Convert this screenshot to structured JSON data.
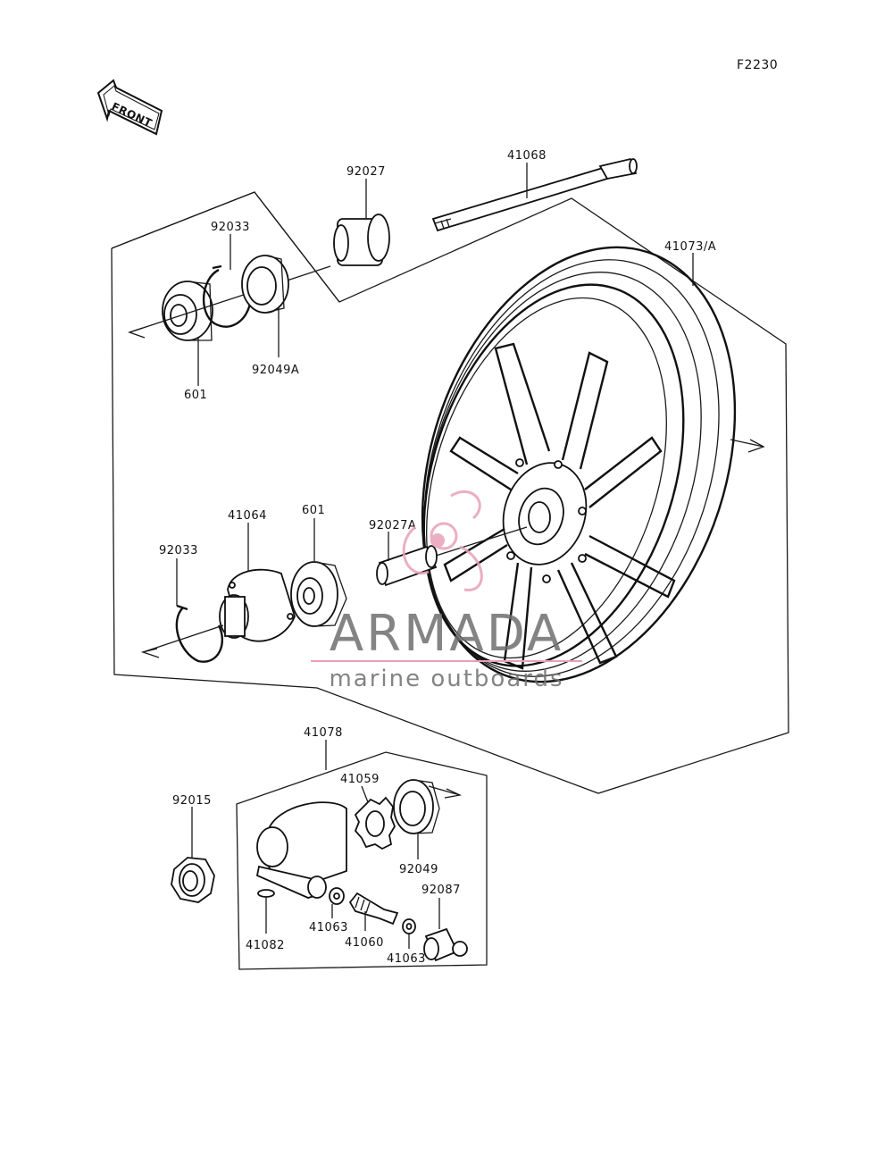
{
  "figure_code": "F2230",
  "front_label": "FRONT",
  "watermark": {
    "brand": "ARMADA",
    "tagline": "marine outboards",
    "accent_color": "#e8a0b8",
    "text_color": "#6e6e6e"
  },
  "part_labels": {
    "axle": "41068",
    "collar_right": "92027",
    "snap_ring_upper": "92033",
    "oil_seal_right": "92049A",
    "bearing_upper": "601",
    "wheel": "41073/A",
    "gear_housing_plate": "41064",
    "bearing_lower": "601",
    "snap_ring_lower": "92033",
    "collar_left": "92027A",
    "meter_gear_assy": "41078",
    "drive_gear": "41059",
    "oil_seal_left": "92049",
    "axle_nut": "92015",
    "bushing": "92087",
    "pin": "41082",
    "washer_left": "41063",
    "worm_shaft": "41060",
    "washer_right": "41063"
  }
}
